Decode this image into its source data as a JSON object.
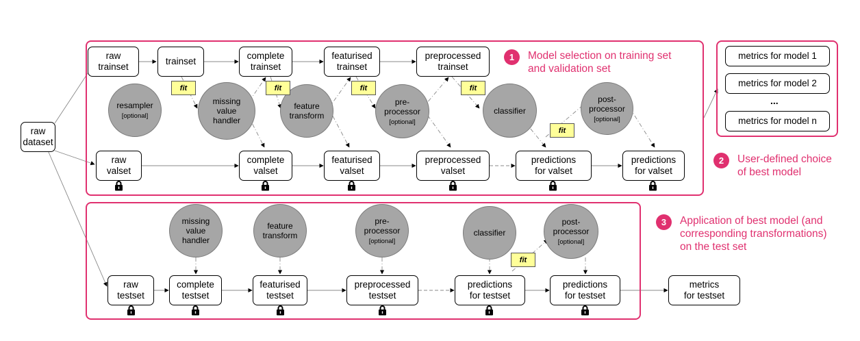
{
  "raw_dataset": "raw\ndataset",
  "steps": [
    {
      "number": "1",
      "text": "Model selection on training set\nand validation set"
    },
    {
      "number": "2",
      "text": "User-defined choice\nof best model"
    },
    {
      "number": "3",
      "text": "Application of best model (and\ncorresponding transformations)\non the test set"
    }
  ],
  "train_row": [
    "raw\ntrainset",
    "trainset",
    "complete\ntrainset",
    "featurised\ntrainset",
    "preprocessed\ntrainset"
  ],
  "val_row": [
    "raw\nvalset",
    "complete\nvalset",
    "featurised\nvalset",
    "preprocessed\nvalset",
    "predictions\nfor valset",
    "predictions\nfor valset"
  ],
  "test_row": [
    "raw\ntestset",
    "complete\ntestset",
    "featurised\ntestset",
    "preprocessed\ntestset",
    "predictions\nfor testset",
    "predictions\nfor testset",
    "metrics\nfor testset"
  ],
  "processors_top": [
    {
      "name": "resampler",
      "sub": "[optional]"
    },
    {
      "name": "missing\nvalue\nhandler",
      "sub": ""
    },
    {
      "name": "feature\ntransform",
      "sub": ""
    },
    {
      "name": "pre-\nprocessor",
      "sub": "[optional]"
    },
    {
      "name": "classifier",
      "sub": ""
    },
    {
      "name": "post-\nprocessor",
      "sub": "[optional]"
    }
  ],
  "processors_bottom": [
    {
      "name": "missing\nvalue\nhandler",
      "sub": ""
    },
    {
      "name": "feature\ntransform",
      "sub": ""
    },
    {
      "name": "pre-\nprocessor",
      "sub": "[optional]"
    },
    {
      "name": "classifier",
      "sub": ""
    },
    {
      "name": "post-\nprocessor",
      "sub": "[optional]"
    }
  ],
  "fit_label": "fit",
  "metrics": [
    "metrics for model 1",
    "metrics for model 2",
    "...",
    "metrics for model n"
  ],
  "colors": {
    "accent": "#e0306f",
    "processor": "#a6a6a6",
    "fit": "#ffff99"
  }
}
